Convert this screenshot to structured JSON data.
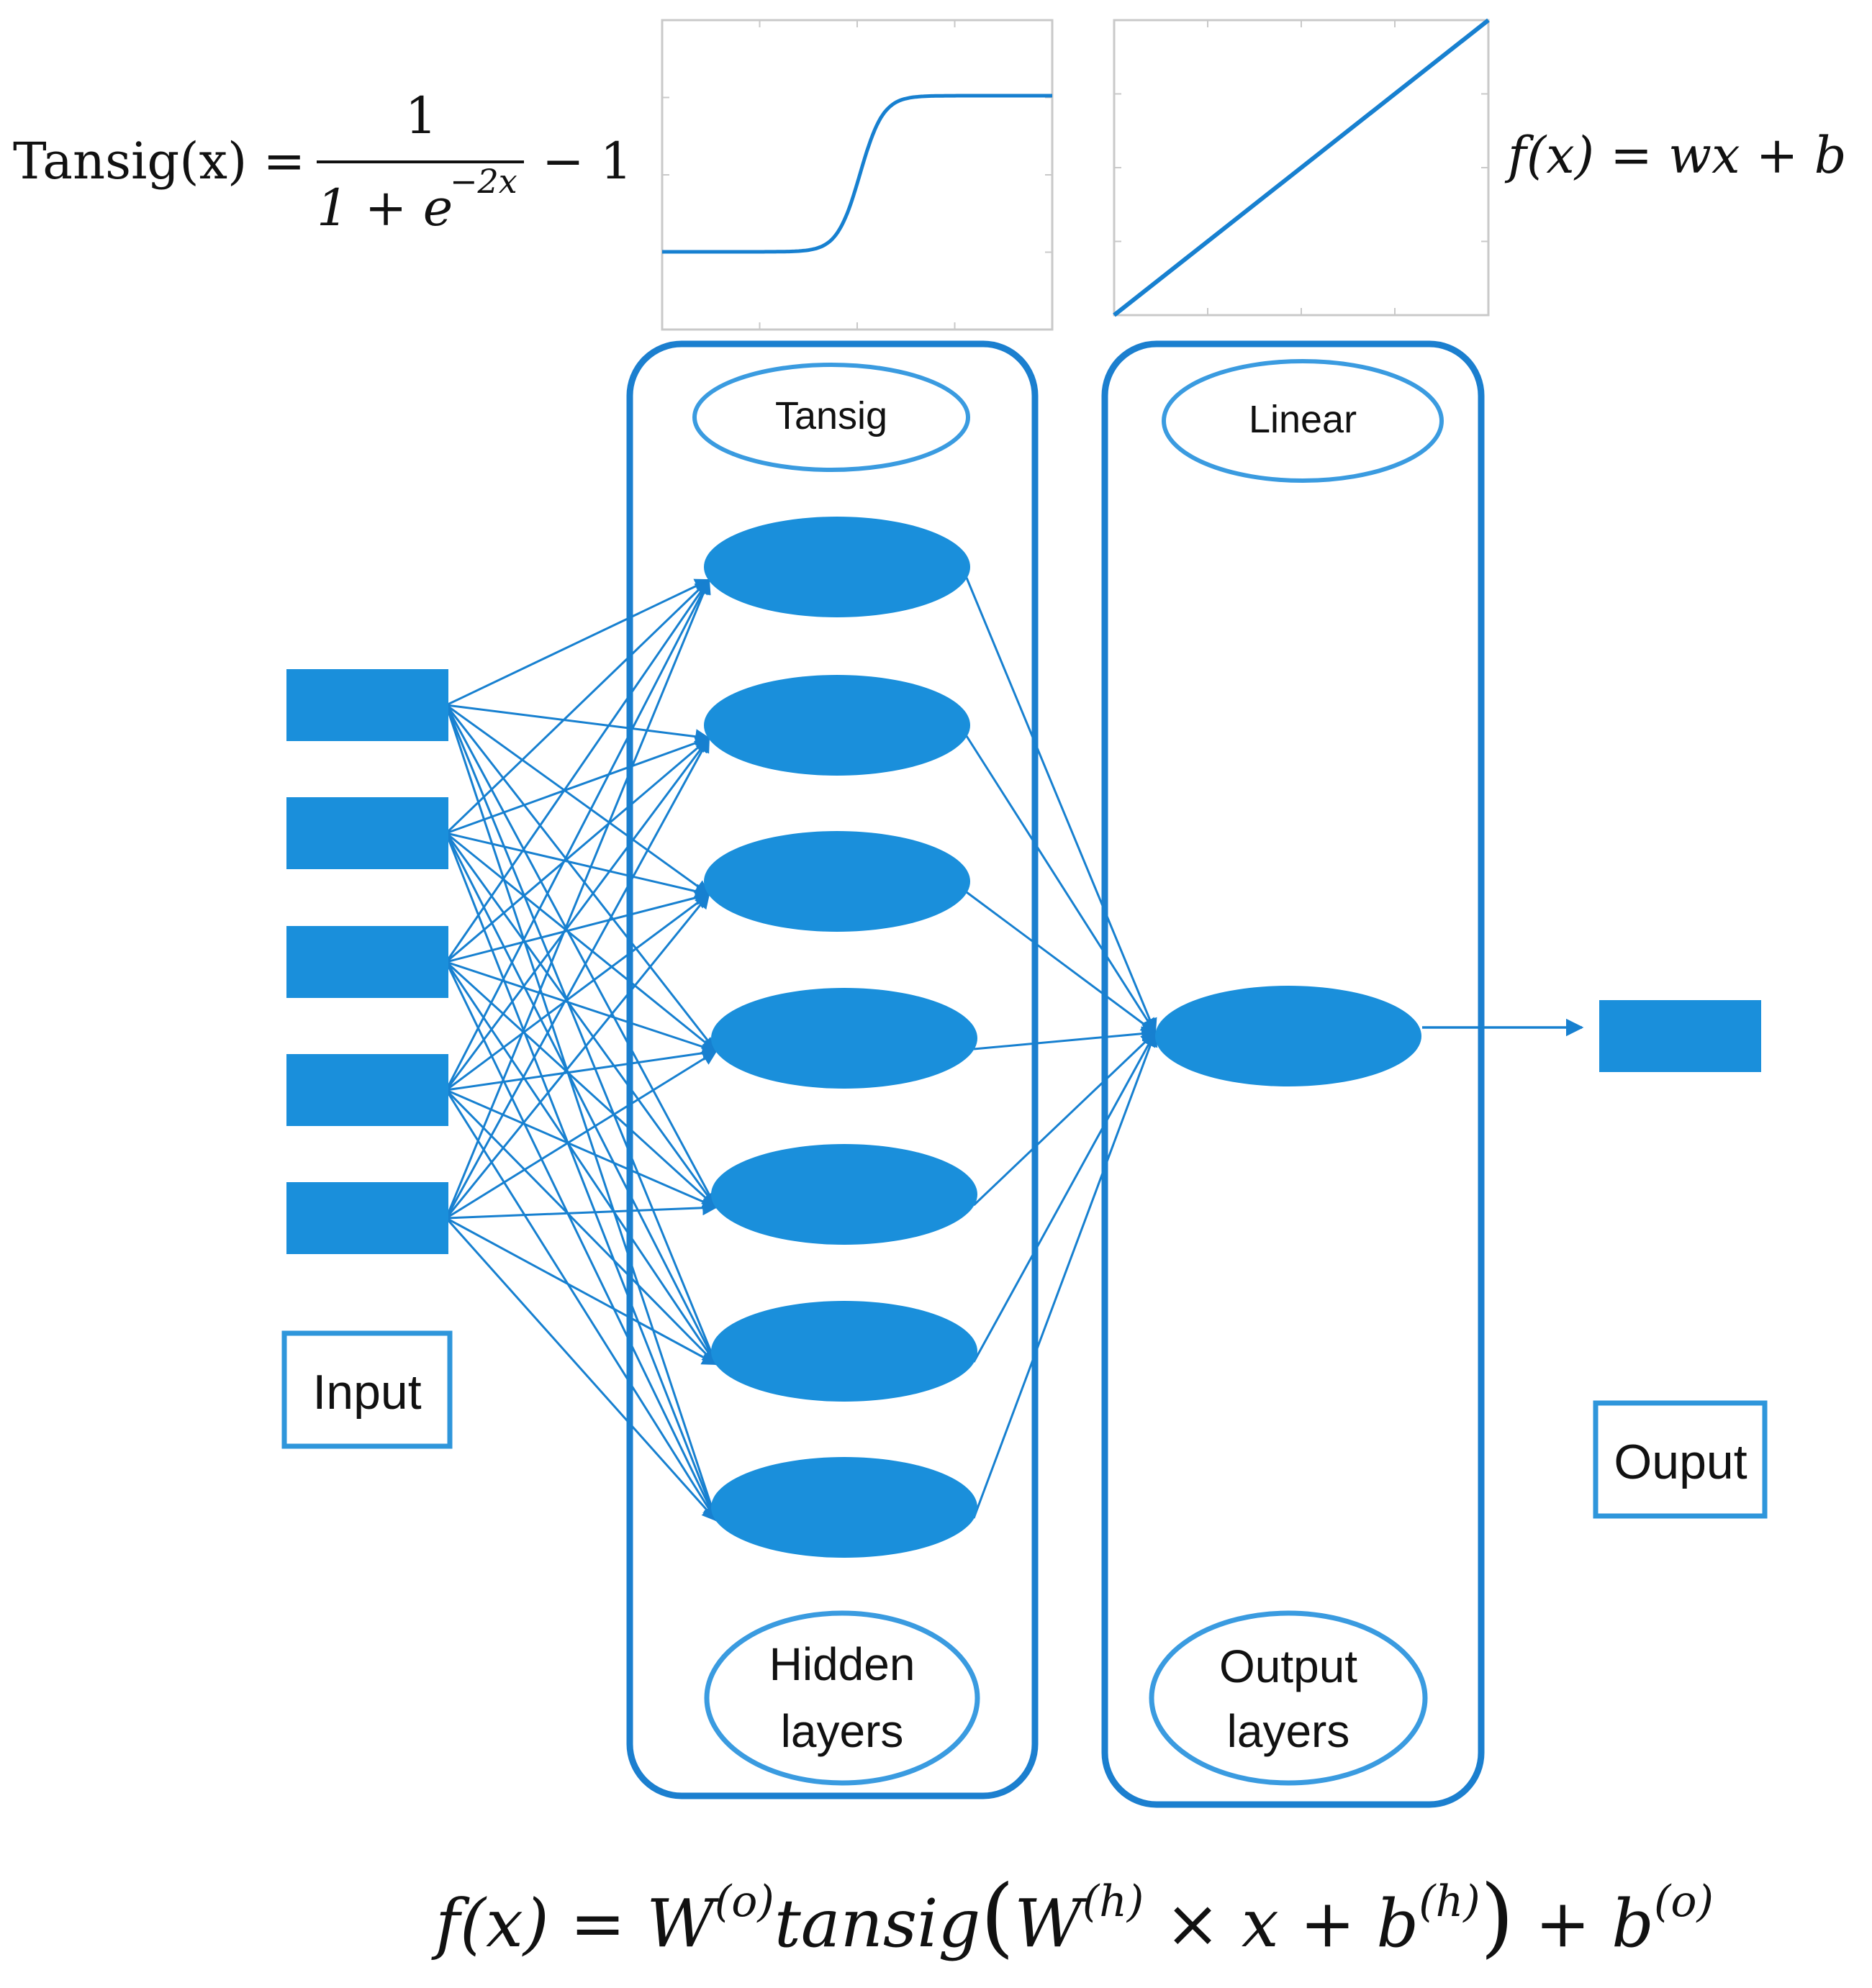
{
  "colors": {
    "node": "#1a8fdb",
    "stroke": "#1780d0",
    "panel": "#1b7fcf",
    "label_border": "#2f96db",
    "grid": "#d0d0d0",
    "text": "#111111"
  },
  "formulas": {
    "tansig": {
      "lhs": "Tansig(x) =",
      "num": "1",
      "den_base": "1 + e",
      "den_exp": "−2x",
      "tail": "− 1"
    },
    "linear": "f(x) = wx + b",
    "network": {
      "lhs": "f(x) = W",
      "sup_o1": "(o)",
      "mid1": "tansig",
      "open": "(",
      "w2": "W",
      "sup_h1": "(h)",
      "mid2": " × x + b",
      "sup_h2": "(h)",
      "close": ")",
      "tail": " + b",
      "sup_o2": "(o)"
    }
  },
  "plots": {
    "tansig": {
      "icon": "tansig-curve"
    },
    "linear": {
      "icon": "linear-line"
    }
  },
  "layers": {
    "input": {
      "label": "Input",
      "node_count": 5
    },
    "hidden": {
      "activation": "Tansig",
      "name_line1": "Hidden",
      "name_line2": "layers",
      "node_count": 7
    },
    "output_layer": {
      "activation": "Linear",
      "name_line1": "Output",
      "name_line2": "layers",
      "node_count": 1
    },
    "output": {
      "label": "Ouput",
      "node_count": 1
    }
  }
}
